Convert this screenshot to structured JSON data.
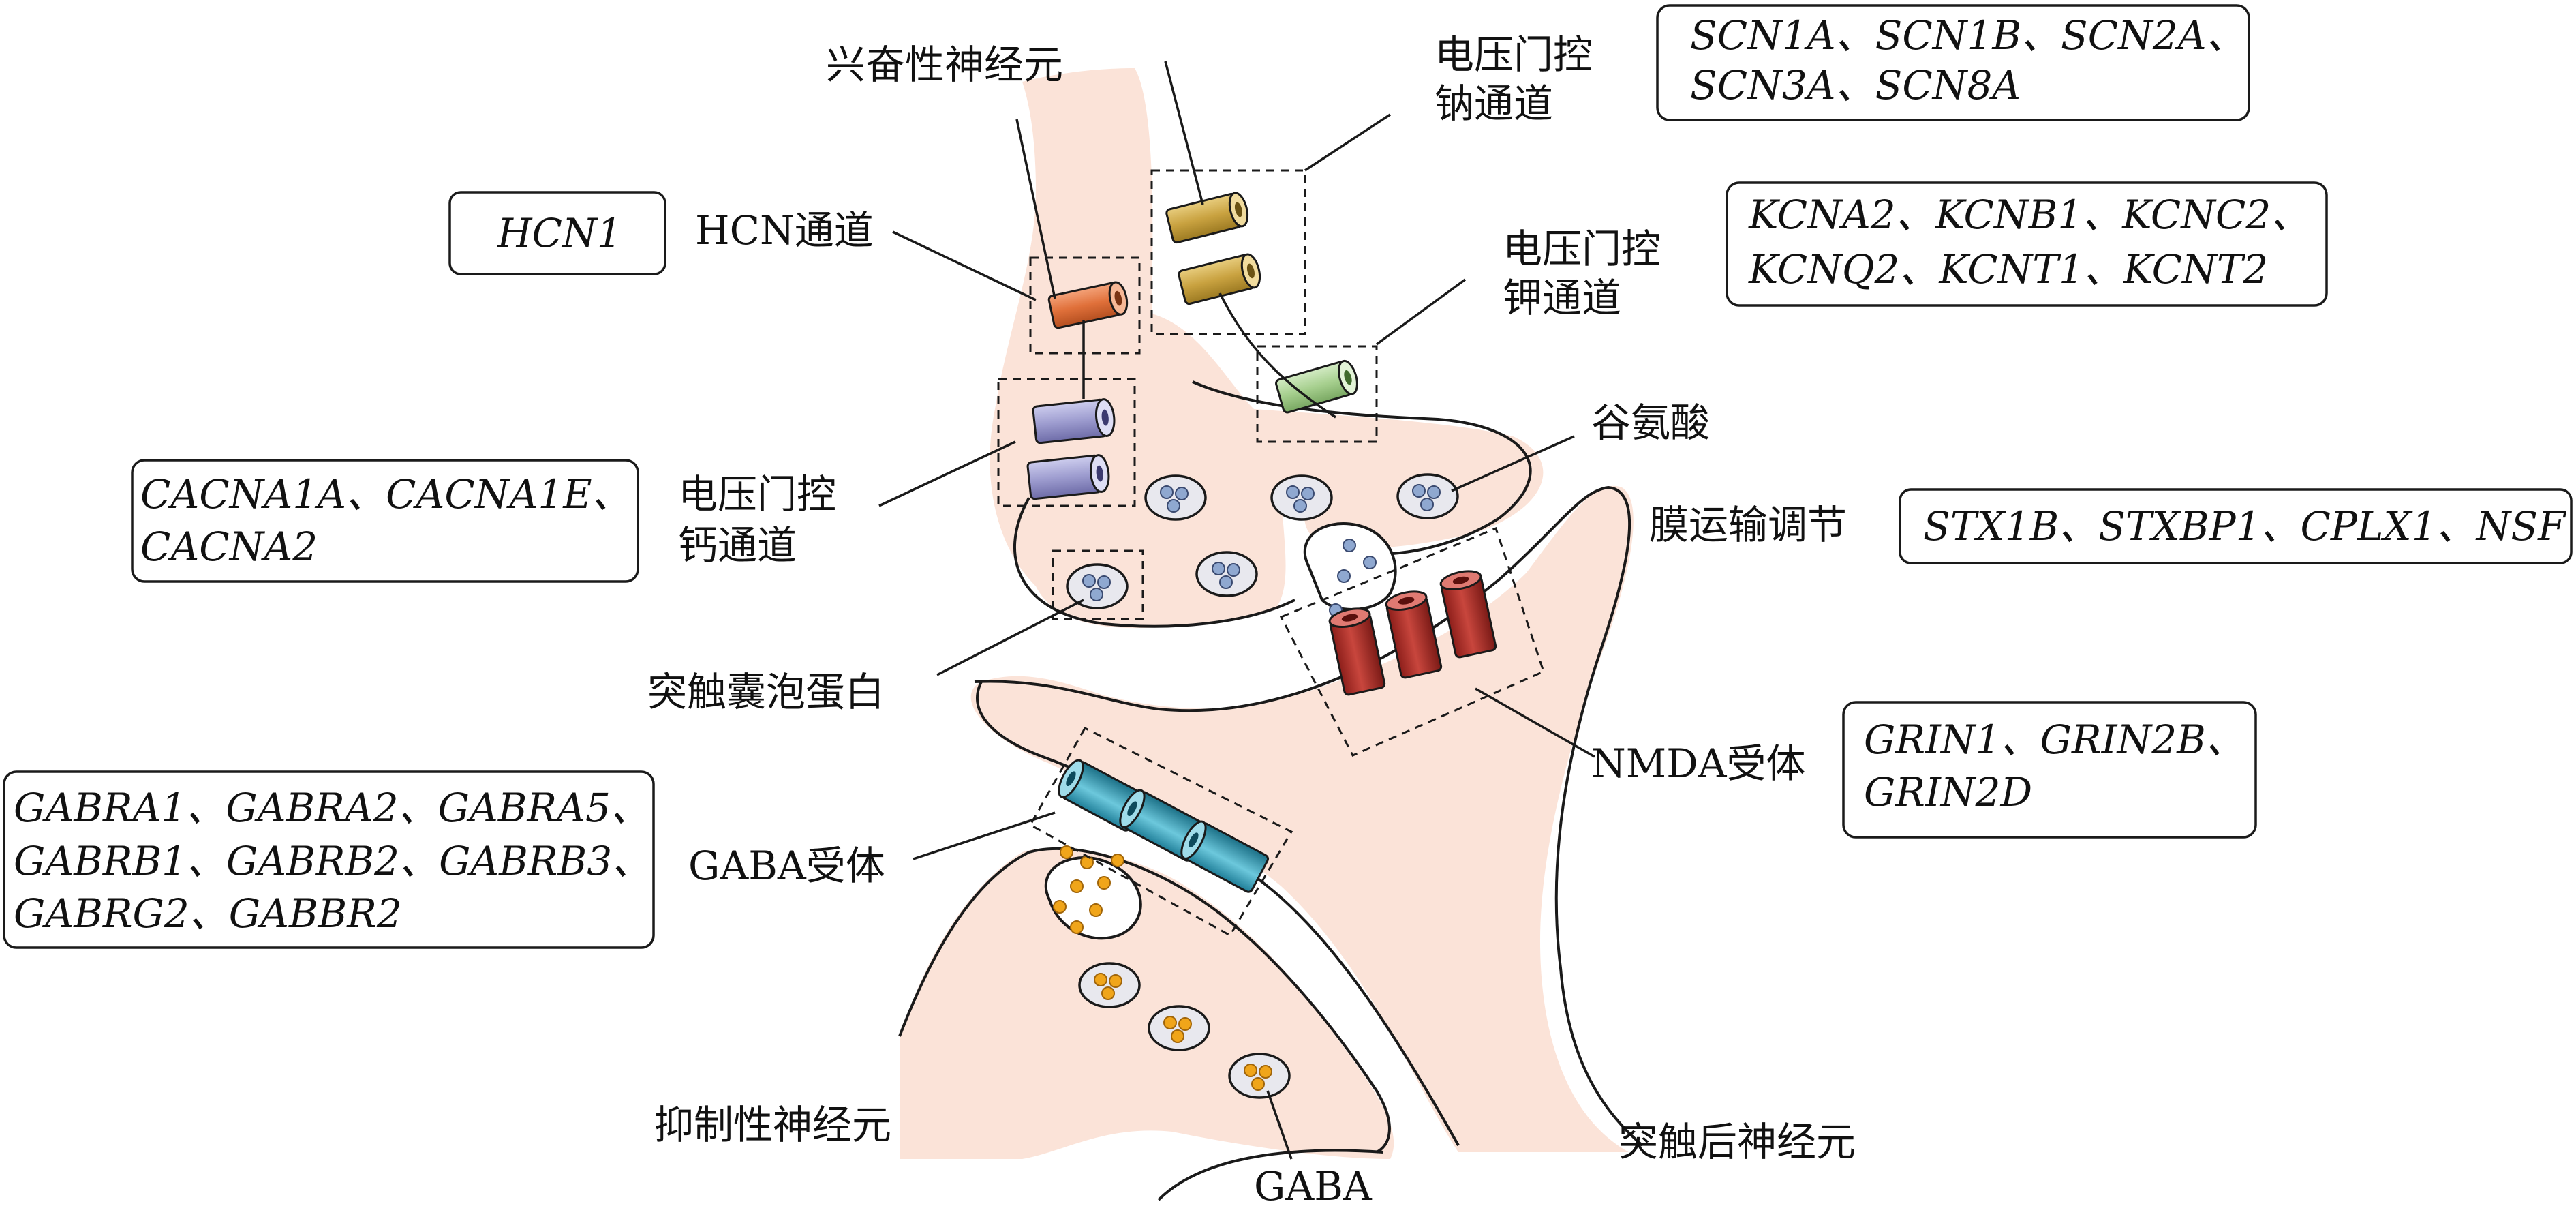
{
  "labels": {
    "excitatory_neuron": "兴奋性神经元",
    "hcn_channel": "HCN通道",
    "nav_channel_line1": "电压门控",
    "nav_channel_line2": "钠通道",
    "kv_channel_line1": "电压门控",
    "kv_channel_line2": "钾通道",
    "glutamate": "谷氨酸",
    "cav_channel_line1": "电压门控",
    "cav_channel_line2": "钙通道",
    "membrane_transport": "膜运输调节",
    "synaptic_vesicle_protein": "突触囊泡蛋白",
    "nmda_receptor": "NMDA受体",
    "gaba_receptor": "GABA受体",
    "inhibitory_neuron": "抑制性神经元",
    "gaba": "GABA",
    "postsynaptic_neuron": "突触后神经元"
  },
  "gene_boxes": {
    "hcn": [
      "HCN1"
    ],
    "nav": [
      "SCN1A、SCN1B、SCN2A、",
      "SCN3A、SCN8A"
    ],
    "kv": [
      "KCNA2、KCNB1、KCNC2、",
      "KCNQ2、KCNT1、KCNT2"
    ],
    "cav": [
      "CACNA1A、CACNA1E、",
      "CACNA2"
    ],
    "membrane": [
      "STX1B、STXBP1、CPLX1、NSF"
    ],
    "nmda": [
      "GRIN1、GRIN2B、",
      "GRIN2D"
    ],
    "gaba": [
      "GABRA1、GABRA2、GABRA5、",
      "GABRB1、GABRB2、GABRB3、",
      "GABRG2、GABBR2"
    ]
  },
  "colors": {
    "neuron_fill": "#fbe3d8",
    "outline": "#1a1a1a",
    "hcn_channel": "#e0703a",
    "nav_channel": "#c9a240",
    "kv_channel": "#a6cf8e",
    "cav_channel": "#9d9ccf",
    "nmda_receptor": "#b4302b",
    "gaba_receptor": "#3ba6bf",
    "vesicle_fill": "#e8e8ee",
    "glutamate_dot": "#8fa8d0",
    "gaba_dot": "#f0a51a"
  }
}
